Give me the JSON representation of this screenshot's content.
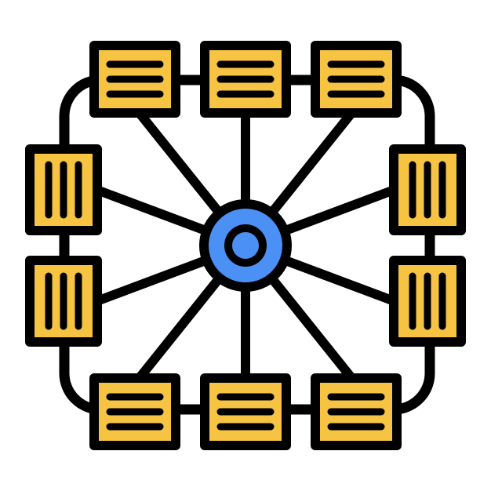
{
  "icon": {
    "name": "network-topology-icon",
    "style": "filled-outline"
  },
  "colors": {
    "outline": "#000000",
    "node_fill": "#f6c343",
    "hub_fill": "#4a90f5",
    "background": "#ffffff"
  },
  "hub": {
    "name": "central-hub"
  },
  "nodes": [
    {
      "name": "node-top-left",
      "orientation": "horizontal"
    },
    {
      "name": "node-top-center",
      "orientation": "horizontal"
    },
    {
      "name": "node-top-right",
      "orientation": "horizontal"
    },
    {
      "name": "node-right-upper",
      "orientation": "vertical"
    },
    {
      "name": "node-right-lower",
      "orientation": "vertical"
    },
    {
      "name": "node-bottom-right",
      "orientation": "horizontal"
    },
    {
      "name": "node-bottom-center",
      "orientation": "horizontal"
    },
    {
      "name": "node-bottom-left",
      "orientation": "horizontal"
    },
    {
      "name": "node-left-lower",
      "orientation": "vertical"
    },
    {
      "name": "node-left-upper",
      "orientation": "vertical"
    }
  ]
}
